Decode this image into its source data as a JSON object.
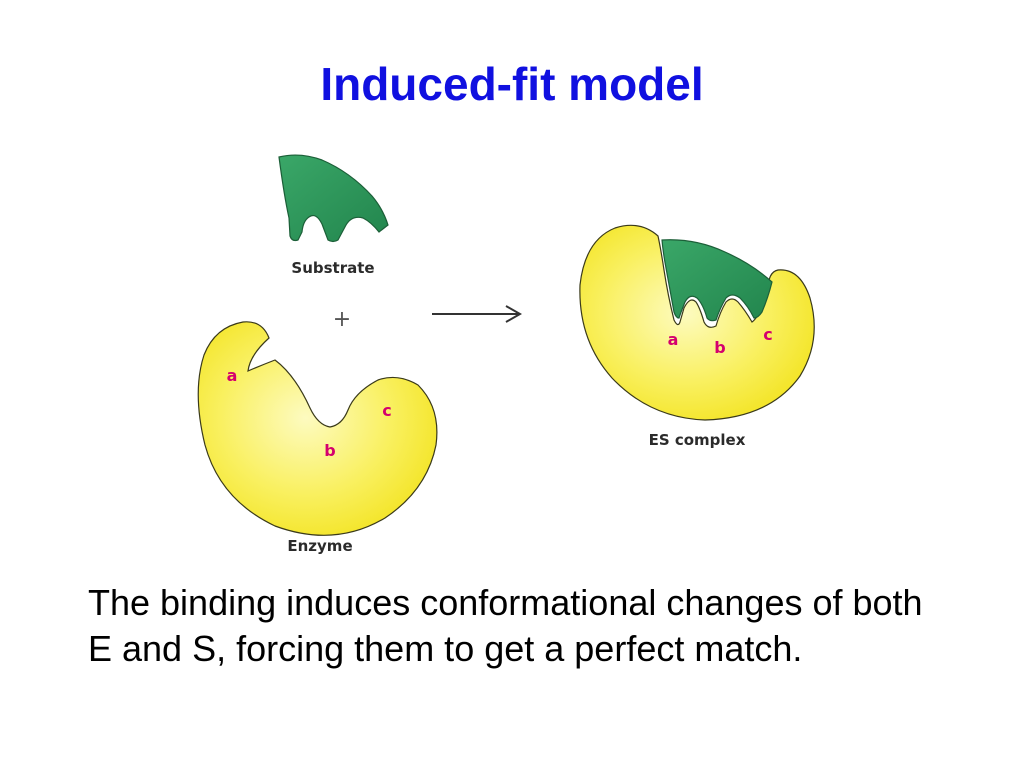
{
  "slide": {
    "title": "Induced-fit model",
    "caption": "The binding induces conformational changes of both E and S, forcing them to get a perfect match."
  },
  "diagram": {
    "substrate_label": "Substrate",
    "plus": "+",
    "enzyme_label": "Enzyme",
    "complex_label": "ES complex",
    "sites": [
      "a",
      "b",
      "c"
    ],
    "colors": {
      "enzyme_fill": "#f7ec2a",
      "enzyme_highlight": "#fdfbc0",
      "substrate_fill": "#2e9a5c",
      "site_label": "#d4006e",
      "title": "#1010e0"
    }
  }
}
